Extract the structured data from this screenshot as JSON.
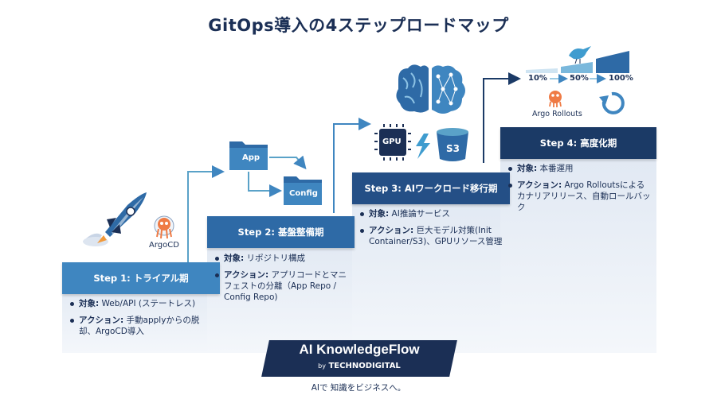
{
  "title": "GitOps導入の4ステップロードマップ",
  "steps": [
    {
      "label": "Step 1: トライアル期",
      "target_key": "対象:",
      "target_val": " Web/API (ステートレス)",
      "action_key": "アクション:",
      "action_val": " 手動applyからの脱却、ArgoCD導入"
    },
    {
      "label": "Step 2: 基盤整備期",
      "target_key": "対象:",
      "target_val": " リポジトリ構成",
      "action_key": "アクション:",
      "action_val": " アプリコードとマニフェストの分離（App Repo / Config Repo)"
    },
    {
      "label": "Step 3: AIワークロード移行期",
      "target_key": "対象:",
      "target_val": " AI推論サービス",
      "action_key": "アクション:",
      "action_val": " 巨大モデル対策(Init Container/S3)、GPUリソース管理"
    },
    {
      "label": "Step 4: 高度化期",
      "target_key": "対象:",
      "target_val": " 本番運用",
      "action_key": "アクション:",
      "action_val": " Argo Rolloutsによるカナリアリリース、自動ロールバック"
    }
  ],
  "illustrations": {
    "argocd_label": "ArgoCD",
    "app_folder": "App",
    "config_folder": "Config",
    "gpu_chip": "GPU",
    "s3_bucket": "S3",
    "rollout_pcts": [
      "10%",
      "50%",
      "100%"
    ],
    "rollouts_label": "Argo Rollouts"
  },
  "brand": {
    "name": "AI KnowledgeFlow",
    "by": "by",
    "company": "TECHNODIGITAL",
    "tagline": "AIで 知識をビジネスへ。"
  },
  "colors": {
    "navy": "#1b2f55",
    "step1": "#3f86c0",
    "step2": "#2e6aa6",
    "step3": "#244f86",
    "step4": "#1b3a66",
    "panel": "#e8eef6",
    "accent": "#5aa2c8"
  }
}
